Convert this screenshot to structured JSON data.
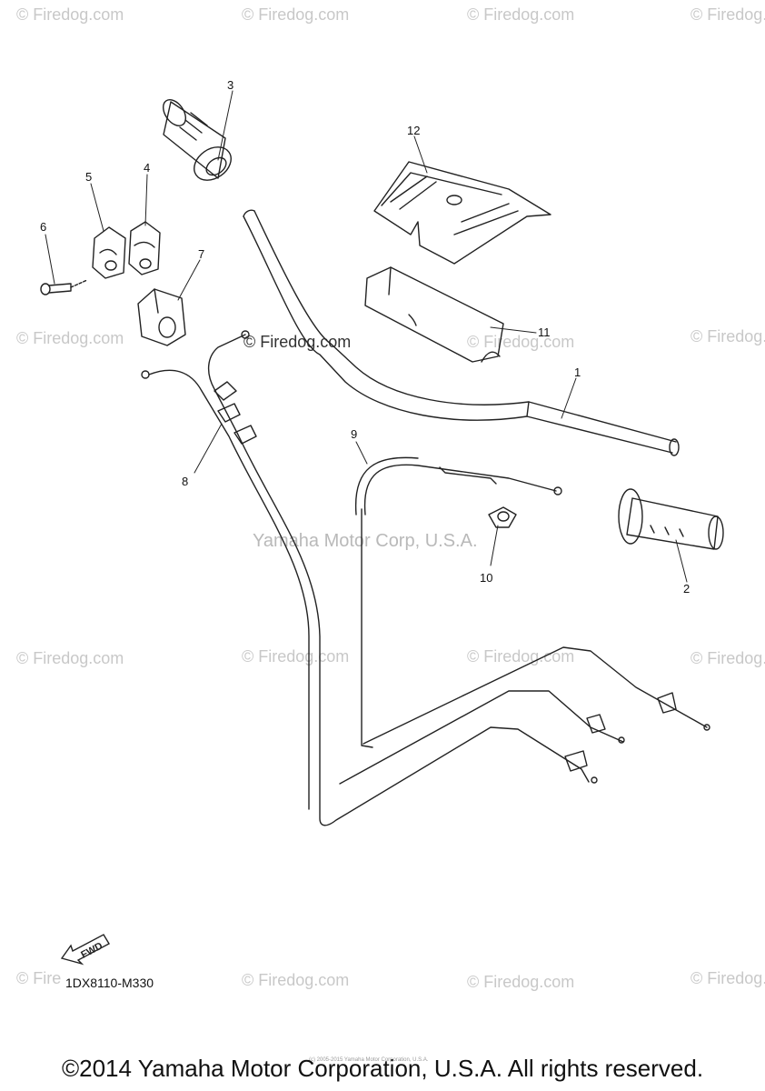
{
  "watermarks": {
    "text": "Firedog.com",
    "center_text": "Firedog.com",
    "corp_text": "Yamaha Motor Corp, U.S.A."
  },
  "callouts": [
    "1",
    "2",
    "3",
    "4",
    "5",
    "6",
    "7",
    "8",
    "9",
    "10",
    "11",
    "12"
  ],
  "diagram_code": "1DX8110-M330",
  "fwd_label": "FWD",
  "tiny_notice": "(c) 2005-2015 Yamaha Motor Corporation, U.S.A.",
  "copyright": "©2014 Yamaha Motor Corporation, U.S.A. All rights reserved."
}
